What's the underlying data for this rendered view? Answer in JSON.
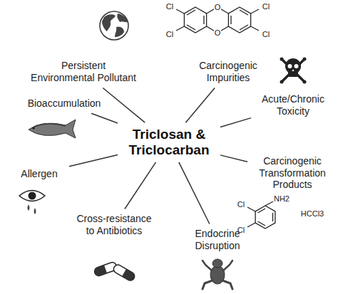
{
  "diagram": {
    "nodes": [
      {
        "text": [
          "Triclosan & Triclocarban"
        ]
      },
      {
        "text": [
          "Persistent Environmental Pollutant"
        ]
      },
      {
        "text": [
          "Carcinogenic Impurities"
        ]
      },
      {
        "text": [
          "Acute/Chronic Toxicity"
        ]
      },
      {
        "text": [
          "Carcinogenic Transformation Products"
        ]
      },
      {
        "text": [
          "Endocrine Disruption"
        ]
      },
      {
        "text": [
          "Cross-resistance to Antibiotics"
        ]
      },
      {
        "text": [
          "Allergen"
        ]
      },
      {
        "text": [
          "Bioaccumulation"
        ]
      }
    ],
    "edges": [
      {
        "from": 0,
        "to": 1,
        "arrow": "none"
      },
      {
        "from": 0,
        "to": 2,
        "arrow": "none"
      },
      {
        "from": 0,
        "to": 3,
        "arrow": "none"
      },
      {
        "from": 0,
        "to": 4,
        "arrow": "none"
      },
      {
        "from": 0,
        "to": 5,
        "arrow": "none"
      },
      {
        "from": 0,
        "to": 6,
        "arrow": "none"
      },
      {
        "from": 0,
        "to": 7,
        "arrow": "none"
      },
      {
        "from": 0,
        "to": 8,
        "arrow": "none"
      }
    ],
    "labels": [
      "Cl",
      "Cl",
      "O",
      "O",
      "Cl",
      "Cl",
      "NH2",
      "Cl",
      "Cl",
      "HCCl3"
    ]
  }
}
